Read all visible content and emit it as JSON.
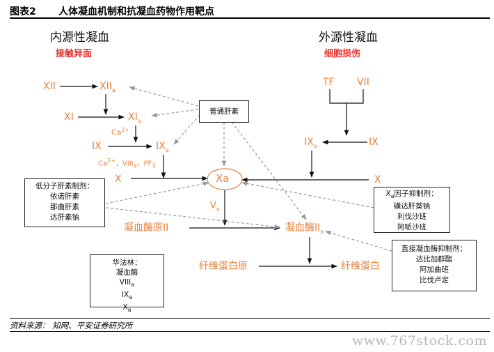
{
  "header": {
    "figure_no": "图表2",
    "title": "人体凝血机制和抗凝血药物作用靶点"
  },
  "intrinsic": {
    "title": "内源性凝血",
    "trigger": "接触异面"
  },
  "extrinsic": {
    "title": "外源性凝血",
    "trigger": "细胞损伤"
  },
  "factors": {
    "xii": "XII",
    "xii_a_base": "XII",
    "xii_a_sub": "a",
    "xi": "XI",
    "xi_a_base": "XI",
    "xi_a_sub": "a",
    "ca_base": "Ca",
    "ca_sup": "2+",
    "ix_left": "IX",
    "ix_a_base": "IX",
    "ix_a_sub": "a",
    "cofactor_ca": "Ca",
    "cofactor_ca_sup": "2+",
    "cofactor_mid": "，VIII",
    "cofactor_viii_sub": "a",
    "cofactor_pf": "，PF",
    "cofactor_pf_sub": "3",
    "x_left": "X",
    "xa": "Xa",
    "x_right": "X",
    "tf": "TF",
    "vii": "VII",
    "ix_a_right_base": "IX",
    "ix_a_right_sub": "a",
    "ix_right": "IX",
    "va_base": "V",
    "va_sub": "a",
    "prothrombin": "凝血酶原II",
    "thrombin_base": "凝血酶II",
    "thrombin_sub": "a",
    "fibrinogen": "纤维蛋白原",
    "fibrin": "纤维蛋白"
  },
  "boxes": {
    "heparin": "普通肝素",
    "lmwh": {
      "title": "低分子肝素制剂：",
      "items": [
        "依诺肝素",
        "那曲肝素",
        "达肝素钠"
      ]
    },
    "xa_inhib": {
      "title_base": "X",
      "title_sub": "a",
      "title_rest": "因子抑制剂：",
      "items": [
        "磺达肝葵钠",
        "利伐沙班",
        "阿哌沙班"
      ]
    },
    "thrombin_inhib": {
      "title": "直接凝血酶抑制剂：",
      "items": [
        "达比加群酯",
        "阿加曲班",
        "比伐卢定"
      ]
    },
    "warfarin": {
      "title": "华法林：",
      "item1": "凝血酶",
      "item2_base": "VIII",
      "item2_sub": "a",
      "item3_base": "IX",
      "item3_sub": "a",
      "item4_base": "X",
      "item4_sub": "a"
    }
  },
  "footer": {
    "source": "资料来源：  知网、平安证券研究所"
  },
  "watermark": "www.767stock.com"
}
